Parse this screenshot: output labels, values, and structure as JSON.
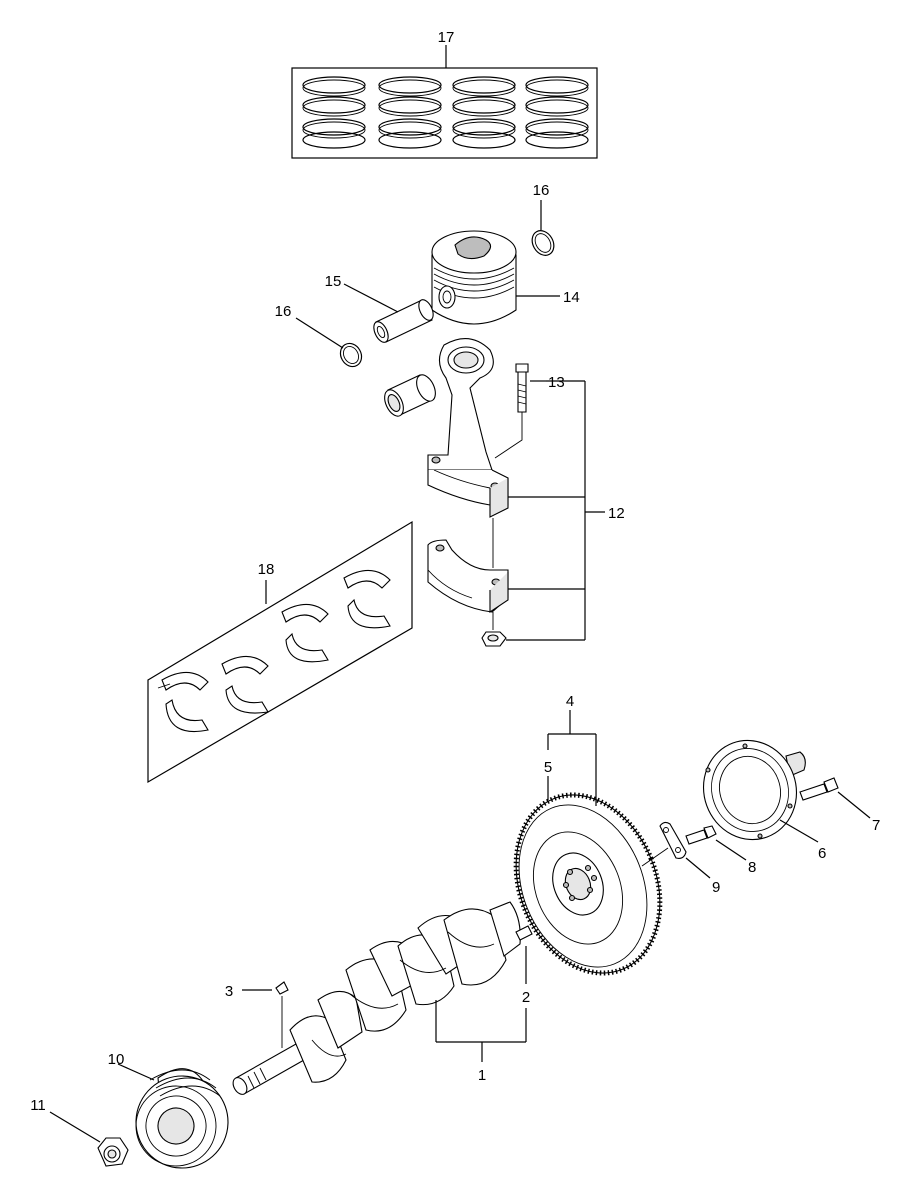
{
  "diagram": {
    "callouts": {
      "c1": "1",
      "c2": "2",
      "c3": "3",
      "c4": "4",
      "c5": "5",
      "c6": "6",
      "c7": "7",
      "c8": "8",
      "c9": "9",
      "c10": "10",
      "c11": "11",
      "c12": "12",
      "c13": "13",
      "c14": "14",
      "c15": "15",
      "c16a": "16",
      "c16b": "16",
      "c17": "17",
      "c18": "18"
    }
  }
}
